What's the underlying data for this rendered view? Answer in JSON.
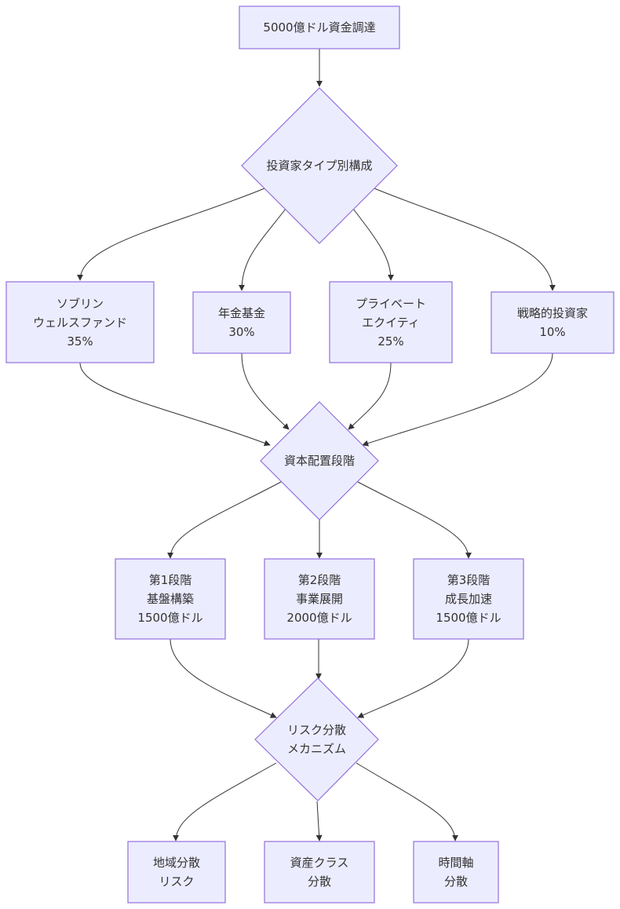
{
  "nodes": {
    "funding": {
      "lines": [
        "5000億ドル資金調達"
      ]
    },
    "investor_types": {
      "lines": [
        "投資家タイプ別構成"
      ]
    },
    "sovereign": {
      "lines": [
        "ソブリン",
        "ウェルスファンド",
        "35%"
      ]
    },
    "pension": {
      "lines": [
        "年金基金",
        "30%"
      ]
    },
    "private_equity": {
      "lines": [
        "プライベート",
        "エクイティ",
        "25%"
      ]
    },
    "strategic": {
      "lines": [
        "戦略的投資家",
        "10%"
      ]
    },
    "allocation": {
      "lines": [
        "資本配置段階"
      ]
    },
    "phase1": {
      "lines": [
        "第1段階",
        "基盤構築",
        "1500億ドル"
      ]
    },
    "phase2": {
      "lines": [
        "第2段階",
        "事業展開",
        "2000億ドル"
      ]
    },
    "phase3": {
      "lines": [
        "第3段階",
        "成長加速",
        "1500億ドル"
      ]
    },
    "risk": {
      "lines": [
        "リスク分散",
        "メカニズム"
      ]
    },
    "regional": {
      "lines": [
        "地域分散",
        "リスク"
      ]
    },
    "asset_class": {
      "lines": [
        "資産クラス",
        "分散"
      ]
    },
    "time_axis": {
      "lines": [
        "時間軸",
        "分散"
      ]
    }
  },
  "colors": {
    "node_fill": "#ECECFF",
    "node_stroke": "#9370DB",
    "edge": "#333333",
    "text": "#333333"
  }
}
